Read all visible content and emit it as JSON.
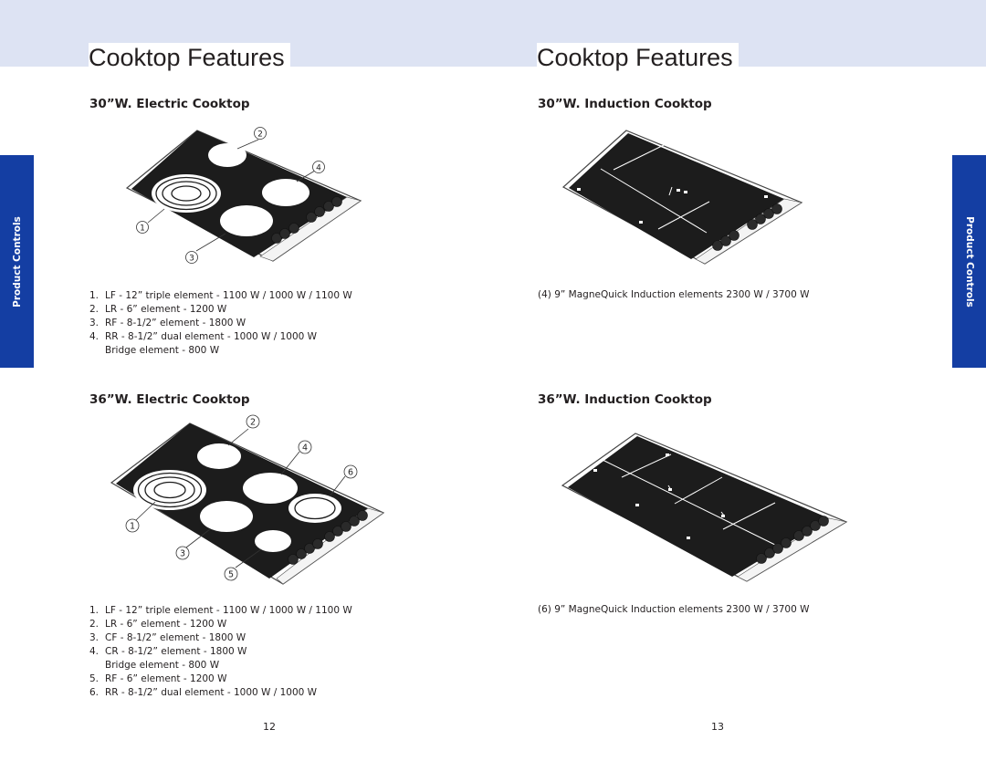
{
  "left_page": {
    "title": "Cooktop Features",
    "section_30": {
      "heading": "30”W. Electric Cooktop",
      "callouts": [
        "1",
        "2",
        "3",
        "4"
      ],
      "items": [
        {
          "num": "1.",
          "text": "LF - 12” triple element - 1100 W / 1000 W / 1100 W"
        },
        {
          "num": "2.",
          "text": "LR - 6” element - 1200 W"
        },
        {
          "num": "3.",
          "text": "RF - 8-1/2” element - 1800 W"
        },
        {
          "num": "4.",
          "text": "RR - 8-1/2” dual element - 1000 W / 1000 W\nBridge element - 800 W"
        }
      ]
    },
    "section_36": {
      "heading": "36”W. Electric Cooktop",
      "callouts": [
        "1",
        "2",
        "3",
        "4",
        "5",
        "6"
      ],
      "items": [
        {
          "num": "1.",
          "text": "LF - 12” triple element - 1100 W / 1000 W / 1100 W"
        },
        {
          "num": "2.",
          "text": "LR - 6” element - 1200 W"
        },
        {
          "num": "3.",
          "text": "CF - 8-1/2” element - 1800 W"
        },
        {
          "num": "4.",
          "text": "CR - 8-1/2” element - 1800 W\nBridge element - 800 W"
        },
        {
          "num": "5.",
          "text": "RF - 6” element - 1200 W"
        },
        {
          "num": "6.",
          "text": "RR - 8-1/2” dual element - 1000 W / 1000 W"
        }
      ]
    },
    "side_tab": "Product Controls",
    "page_number": "12"
  },
  "right_page": {
    "title": "Cooktop Features",
    "section_30": {
      "heading": "30”W. Induction Cooktop",
      "description": "(4) 9” MagneQuick Induction elements 2300 W / 3700 W"
    },
    "section_36": {
      "heading": "36”W. Induction Cooktop",
      "description": "(6) 9” MagneQuick Induction elements 2300 W / 3700 W"
    },
    "side_tab": "Product Controls",
    "page_number": "13"
  },
  "colors": {
    "header_band": "#dde3f3",
    "side_tab": "#143ea3",
    "cooktop_glass": "#1c1c1c",
    "text": "#231f20"
  }
}
